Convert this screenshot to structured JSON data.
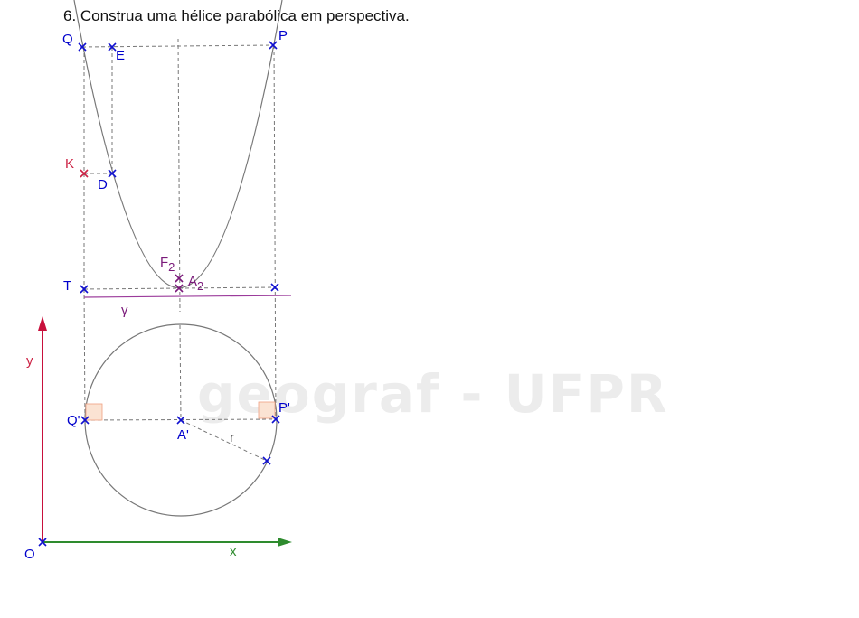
{
  "title": "6. Construa uma hélice parabólica em perspectiva.",
  "watermark": "geograf - UFPR",
  "colors": {
    "point_blue": "#1010d0",
    "label_blue": "#0000cc",
    "label_red": "#cc2244",
    "label_purple": "#7a1a7a",
    "axis_y": "#c8103c",
    "axis_x": "#2e8b2e",
    "curve": "#777777",
    "dashed": "#777777",
    "gamma_line": "#9b3b9b",
    "right_angle_fill": "#fbe3d3",
    "right_angle_stroke": "#f0a080",
    "watermark": "#ececec"
  },
  "labels": {
    "Q": "Q",
    "E": "E",
    "P": "P",
    "K": "K",
    "D": "D",
    "F2": "F",
    "F2_sub": "2",
    "A2": "A",
    "A2_sub": "2",
    "T": "T",
    "gamma": "γ",
    "y": "y",
    "x": "x",
    "Qp": "Q'",
    "Pp": "P'",
    "Ap": "A'",
    "r": "r",
    "O": "O"
  },
  "icons": {
    "point_marker": "x-cross-icon",
    "axis_arrow": "arrowhead-icon",
    "right_angle": "right-angle-marker-icon"
  }
}
